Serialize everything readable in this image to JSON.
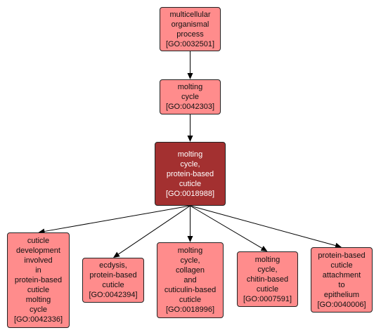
{
  "colors": {
    "node_fill": "#ff8c8c",
    "focus_fill": "#a33030",
    "border": "#222222",
    "edge": "#000000",
    "focus_text": "#ffffff"
  },
  "nodes": {
    "n0032501": {
      "label": "multicellular\norganismal\nprocess\n[GO:0032501]"
    },
    "n0042303": {
      "label": "molting\ncycle\n[GO:0042303]"
    },
    "n0018988": {
      "label": "molting\ncycle,\nprotein-based\ncuticle\n[GO:0018988]"
    },
    "n0042336": {
      "label": "cuticle\ndevelopment\ninvolved\nin\nprotein-based\ncuticle\nmolting\ncycle\n[GO:0042336]"
    },
    "n0042394": {
      "label": "ecdysis,\nprotein-based\ncuticle\n[GO:0042394]"
    },
    "n0018996": {
      "label": "molting\ncycle,\ncollagen\nand\ncuticulin-based\ncuticle\n[GO:0018996]"
    },
    "n0007591": {
      "label": "molting\ncycle,\nchitin-based\ncuticle\n[GO:0007591]"
    },
    "n0040006": {
      "label": "protein-based\ncuticle\nattachment\nto\nepithelium\n[GO:0040006]"
    }
  },
  "edges": [
    {
      "from": "n0032501",
      "to": "n0042303"
    },
    {
      "from": "n0042303",
      "to": "n0018988"
    },
    {
      "from": "n0018988",
      "to": "n0042336"
    },
    {
      "from": "n0018988",
      "to": "n0042394"
    },
    {
      "from": "n0018988",
      "to": "n0018996"
    },
    {
      "from": "n0018988",
      "to": "n0007591"
    },
    {
      "from": "n0018988",
      "to": "n0040006"
    }
  ]
}
